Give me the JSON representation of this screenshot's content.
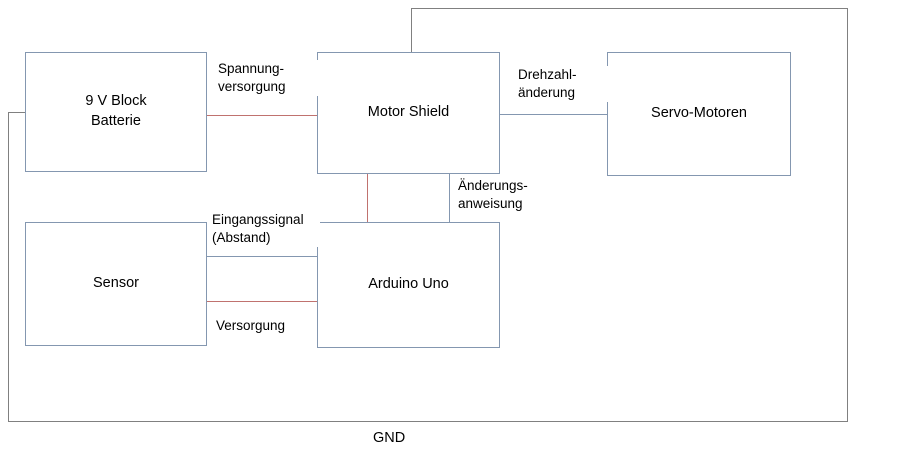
{
  "diagram": {
    "title": "Arduino Blockschaltbild",
    "background_color": "#ffffff",
    "colors": {
      "node_border": "#8497b0",
      "signal_line": "#8497b0",
      "power_line": "#c0726f",
      "ground_line": "#808080",
      "text": "#000000"
    },
    "nodes": [
      {
        "id": "battery",
        "label": "9 V Block\nBatterie"
      },
      {
        "id": "motor-shield",
        "label": "Motor Shield"
      },
      {
        "id": "servo-motoren",
        "label": "Servo-Motoren"
      },
      {
        "id": "sensor",
        "label": "Sensor"
      },
      {
        "id": "arduino-uno",
        "label": "Arduino Uno"
      }
    ],
    "edge_labels": [
      {
        "id": "spannungversorgung",
        "text": "Spannung-\nversorgung"
      },
      {
        "id": "drehzahlaenderung",
        "text": "Drehzahl-\nänderung"
      },
      {
        "id": "aenderungsanweisung",
        "text": "Änderungs-\nanweisung"
      },
      {
        "id": "eingangssignal",
        "text": "Eingangssignal\n(Abstand)"
      },
      {
        "id": "versorgung",
        "text": "Versorgung"
      },
      {
        "id": "gnd",
        "text": "GND"
      }
    ]
  }
}
